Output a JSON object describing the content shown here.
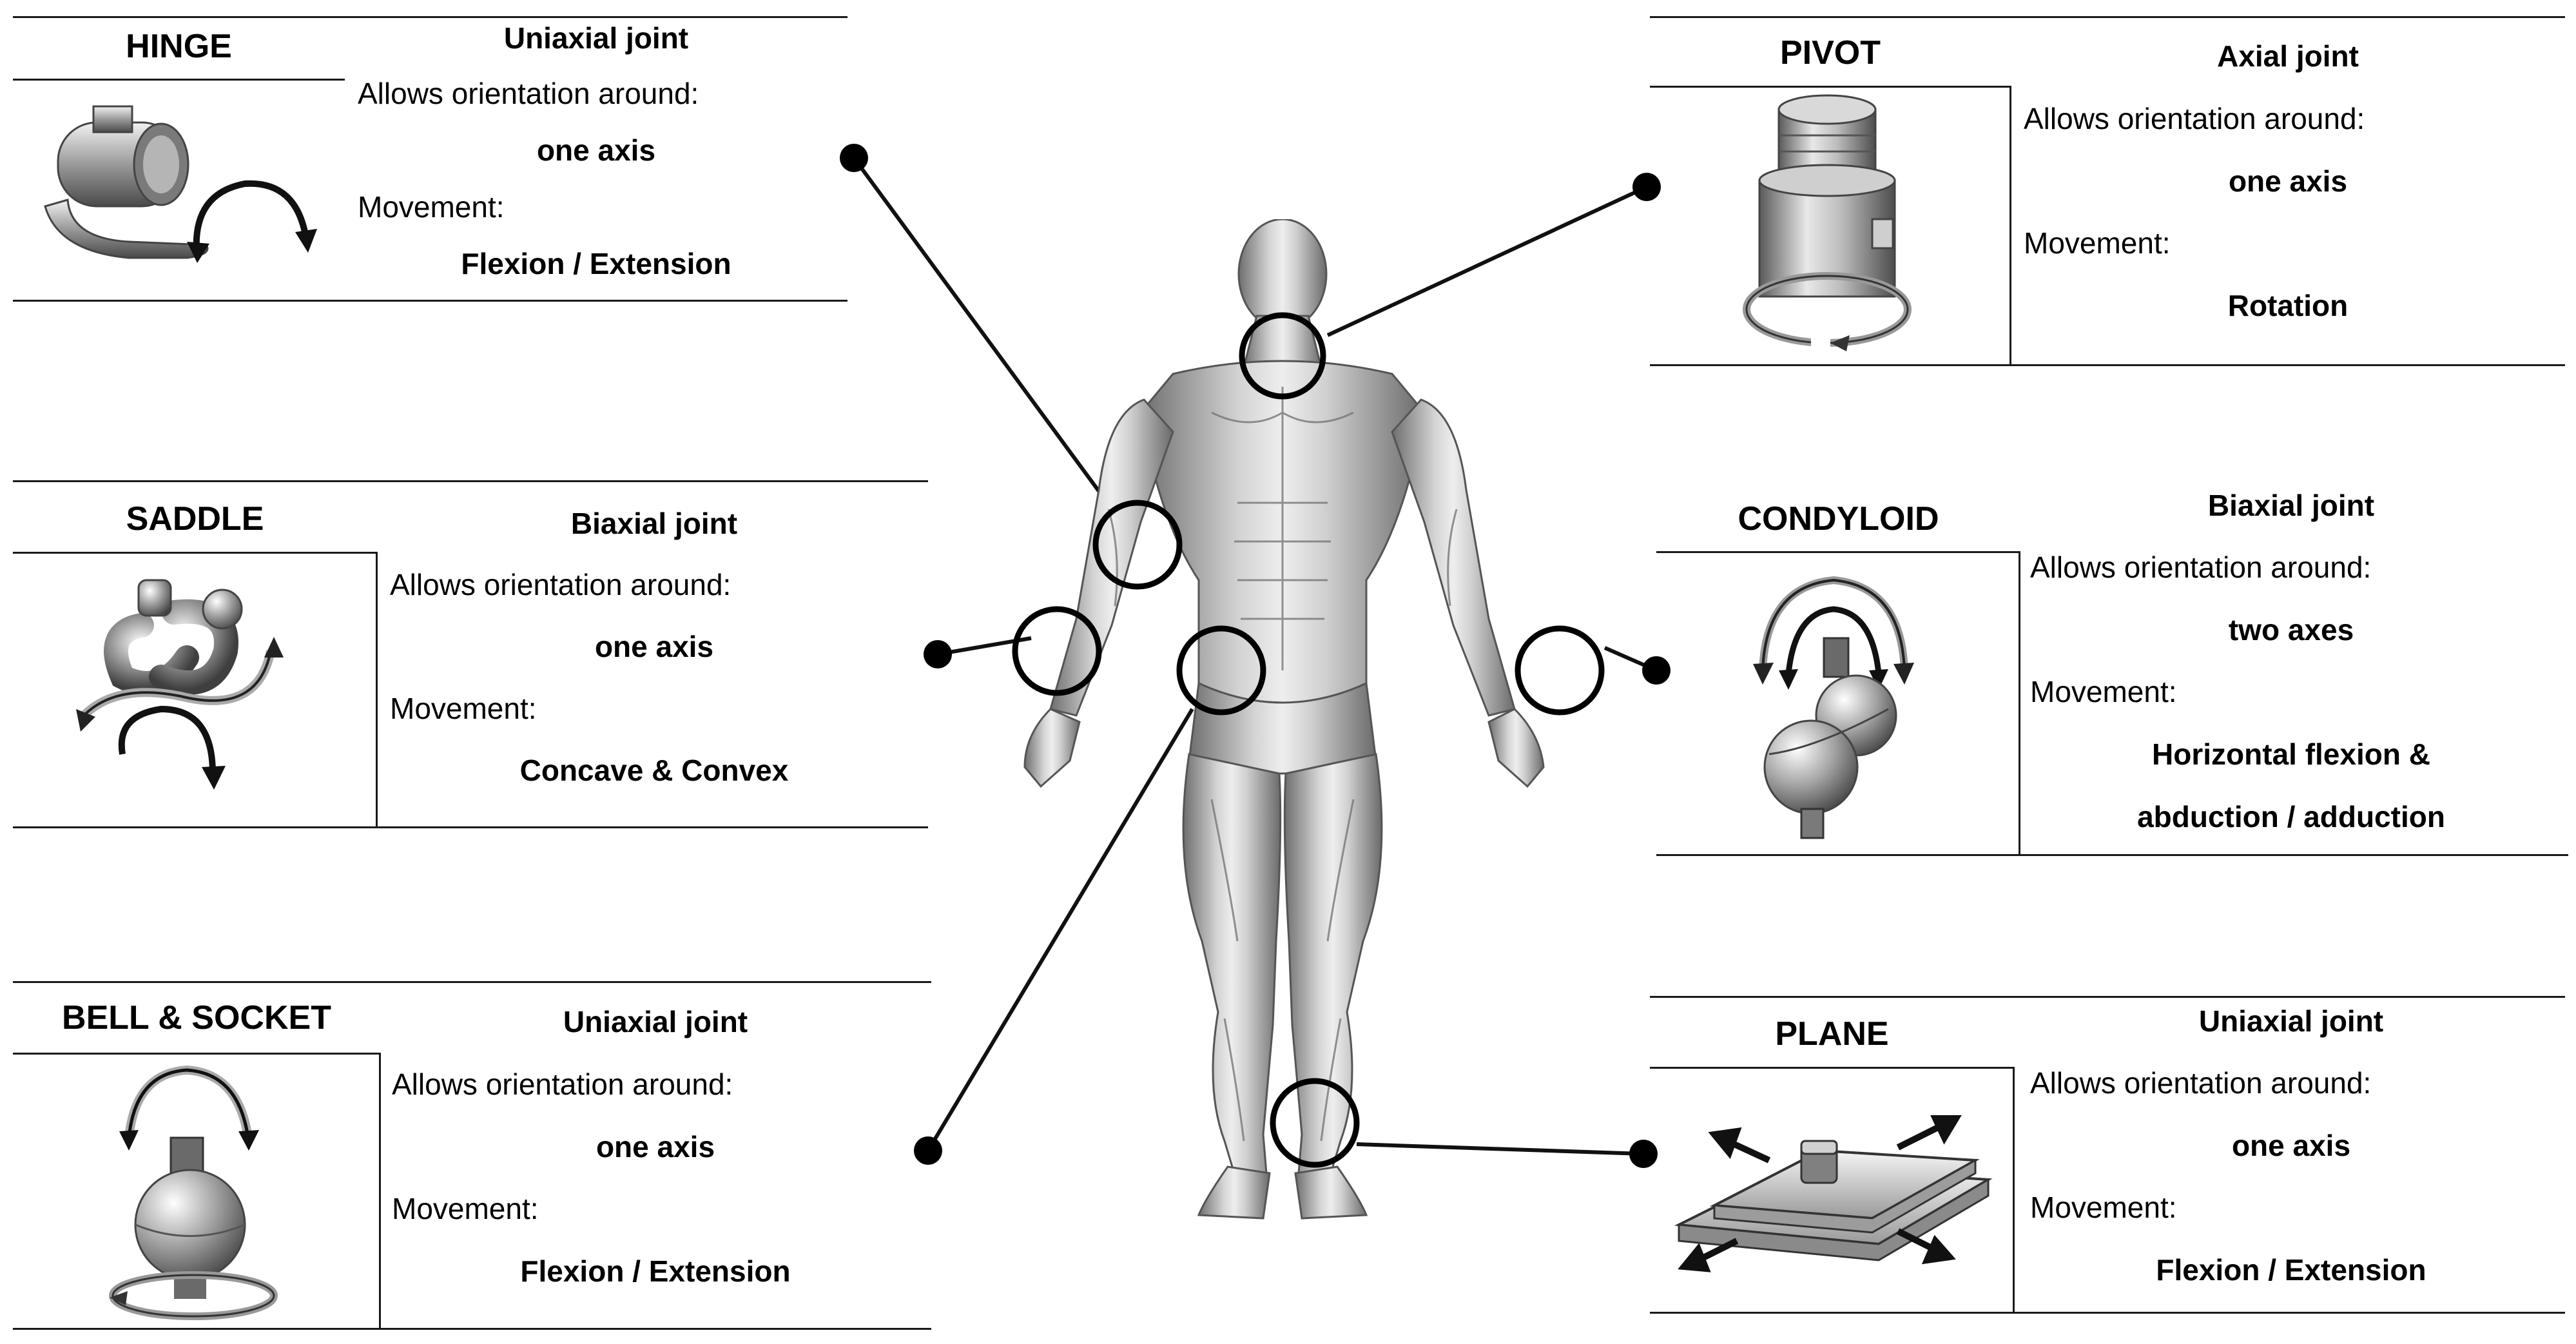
{
  "panels": [
    {
      "id": "hinge",
      "title": "HINGE",
      "joint_type": "Uniaxial joint",
      "orientation_label": "Allows orientation around:",
      "axes": "one axis",
      "movement_label": "Movement:",
      "movement": [
        "Flexion / Extension"
      ],
      "icon": "hinge-joint-icon"
    },
    {
      "id": "saddle",
      "title": "SADDLE",
      "joint_type": "Biaxial joint",
      "orientation_label": "Allows orientation around:",
      "axes": "one axis",
      "movement_label": "Movement:",
      "movement": [
        "Concave & Convex"
      ],
      "icon": "saddle-joint-icon"
    },
    {
      "id": "bell-socket",
      "title": "BELL & SOCKET",
      "joint_type": "Uniaxial joint",
      "orientation_label": "Allows orientation around:",
      "axes": "one axis",
      "movement_label": "Movement:",
      "movement": [
        "Flexion / Extension"
      ],
      "icon": "ball-socket-joint-icon"
    },
    {
      "id": "pivot",
      "title": "PIVOT",
      "joint_type": "Axial joint",
      "orientation_label": "Allows orientation around:",
      "axes": "one axis",
      "movement_label": "Movement:",
      "movement": [
        "Rotation"
      ],
      "icon": "pivot-joint-icon"
    },
    {
      "id": "condyloid",
      "title": "CONDYLOID",
      "joint_type": "Biaxial joint",
      "orientation_label": "Allows orientation around:",
      "axes": "two axes",
      "movement_label": "Movement:",
      "movement": [
        "Horizontal flexion &",
        "abduction / adduction"
      ],
      "icon": "condyloid-joint-icon"
    },
    {
      "id": "plane",
      "title": "PLANE",
      "joint_type": "Uniaxial joint",
      "orientation_label": "Allows orientation around:",
      "axes": "one axis",
      "movement_label": "Movement:",
      "movement": [
        "Flexion / Extension"
      ],
      "icon": "plane-joint-icon"
    }
  ],
  "colors": {
    "line": "#1a1a1a",
    "metal_light": "#e8e8e8",
    "metal_mid": "#a9a9a9",
    "metal_dark": "#5a5a5a",
    "muscle": "#9a9a9a"
  }
}
